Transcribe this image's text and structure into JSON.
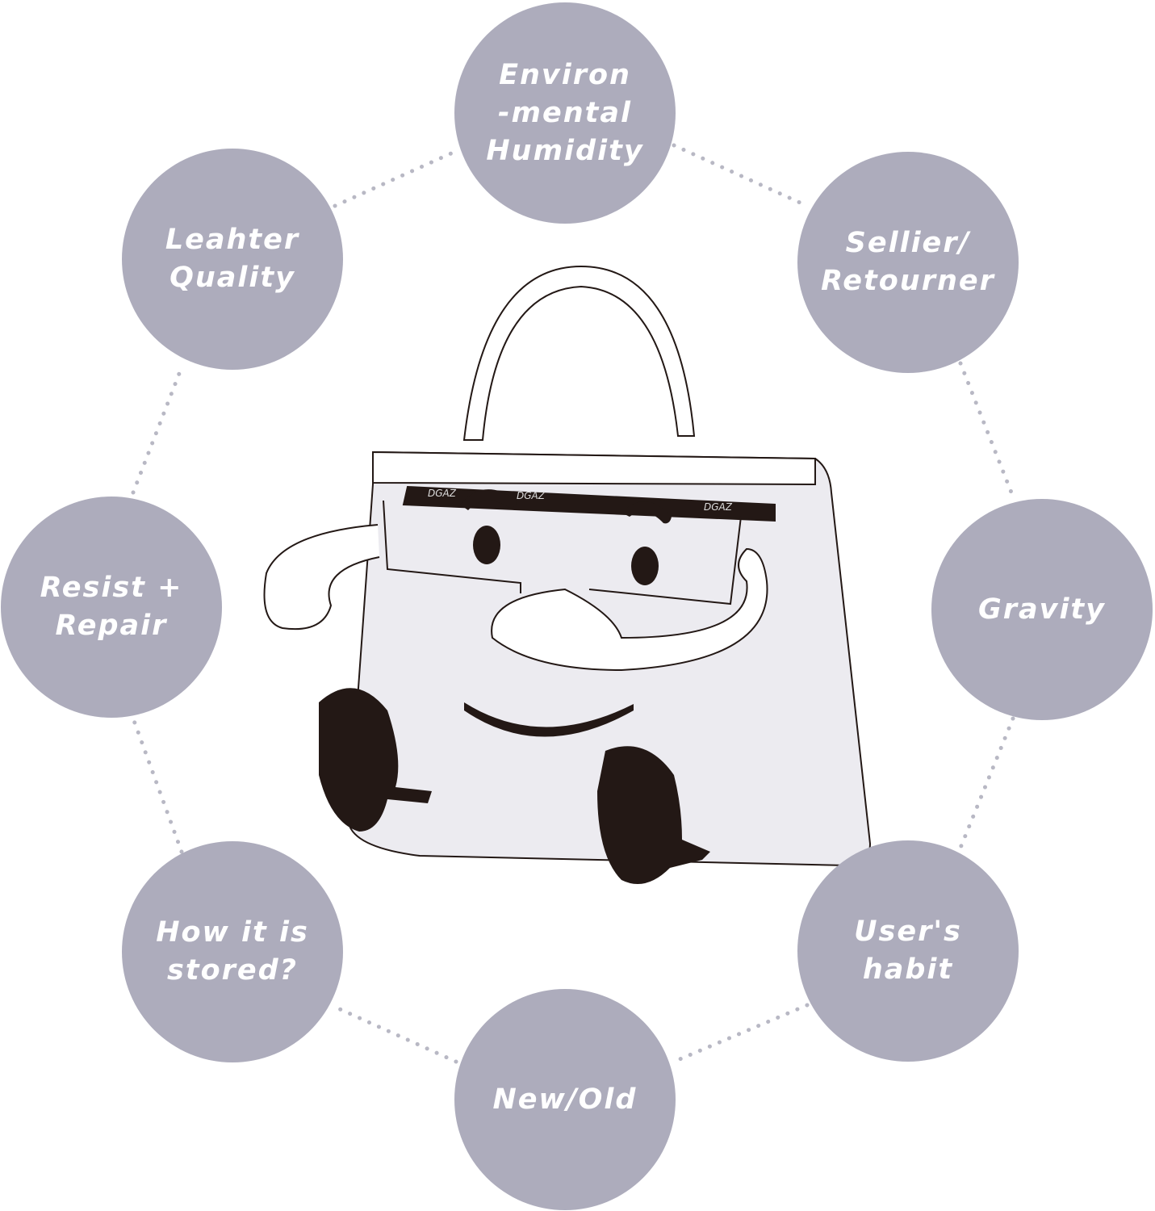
{
  "colors": {
    "circle": "#adacbc",
    "dots": "#b8b8c4",
    "ink": "#231815"
  },
  "bag": {
    "logo_text": "DGAZ"
  },
  "factors": [
    {
      "label": "Environ\n-mental\nHumidity"
    },
    {
      "label": "Sellier/\nRetourner"
    },
    {
      "label": "Gravity"
    },
    {
      "label": "User's\nhabit"
    },
    {
      "label": "New/Old"
    },
    {
      "label": "How it is\nstored?"
    },
    {
      "label": "Resist +\nRepair"
    },
    {
      "label": "Leahter\nQuality"
    }
  ]
}
